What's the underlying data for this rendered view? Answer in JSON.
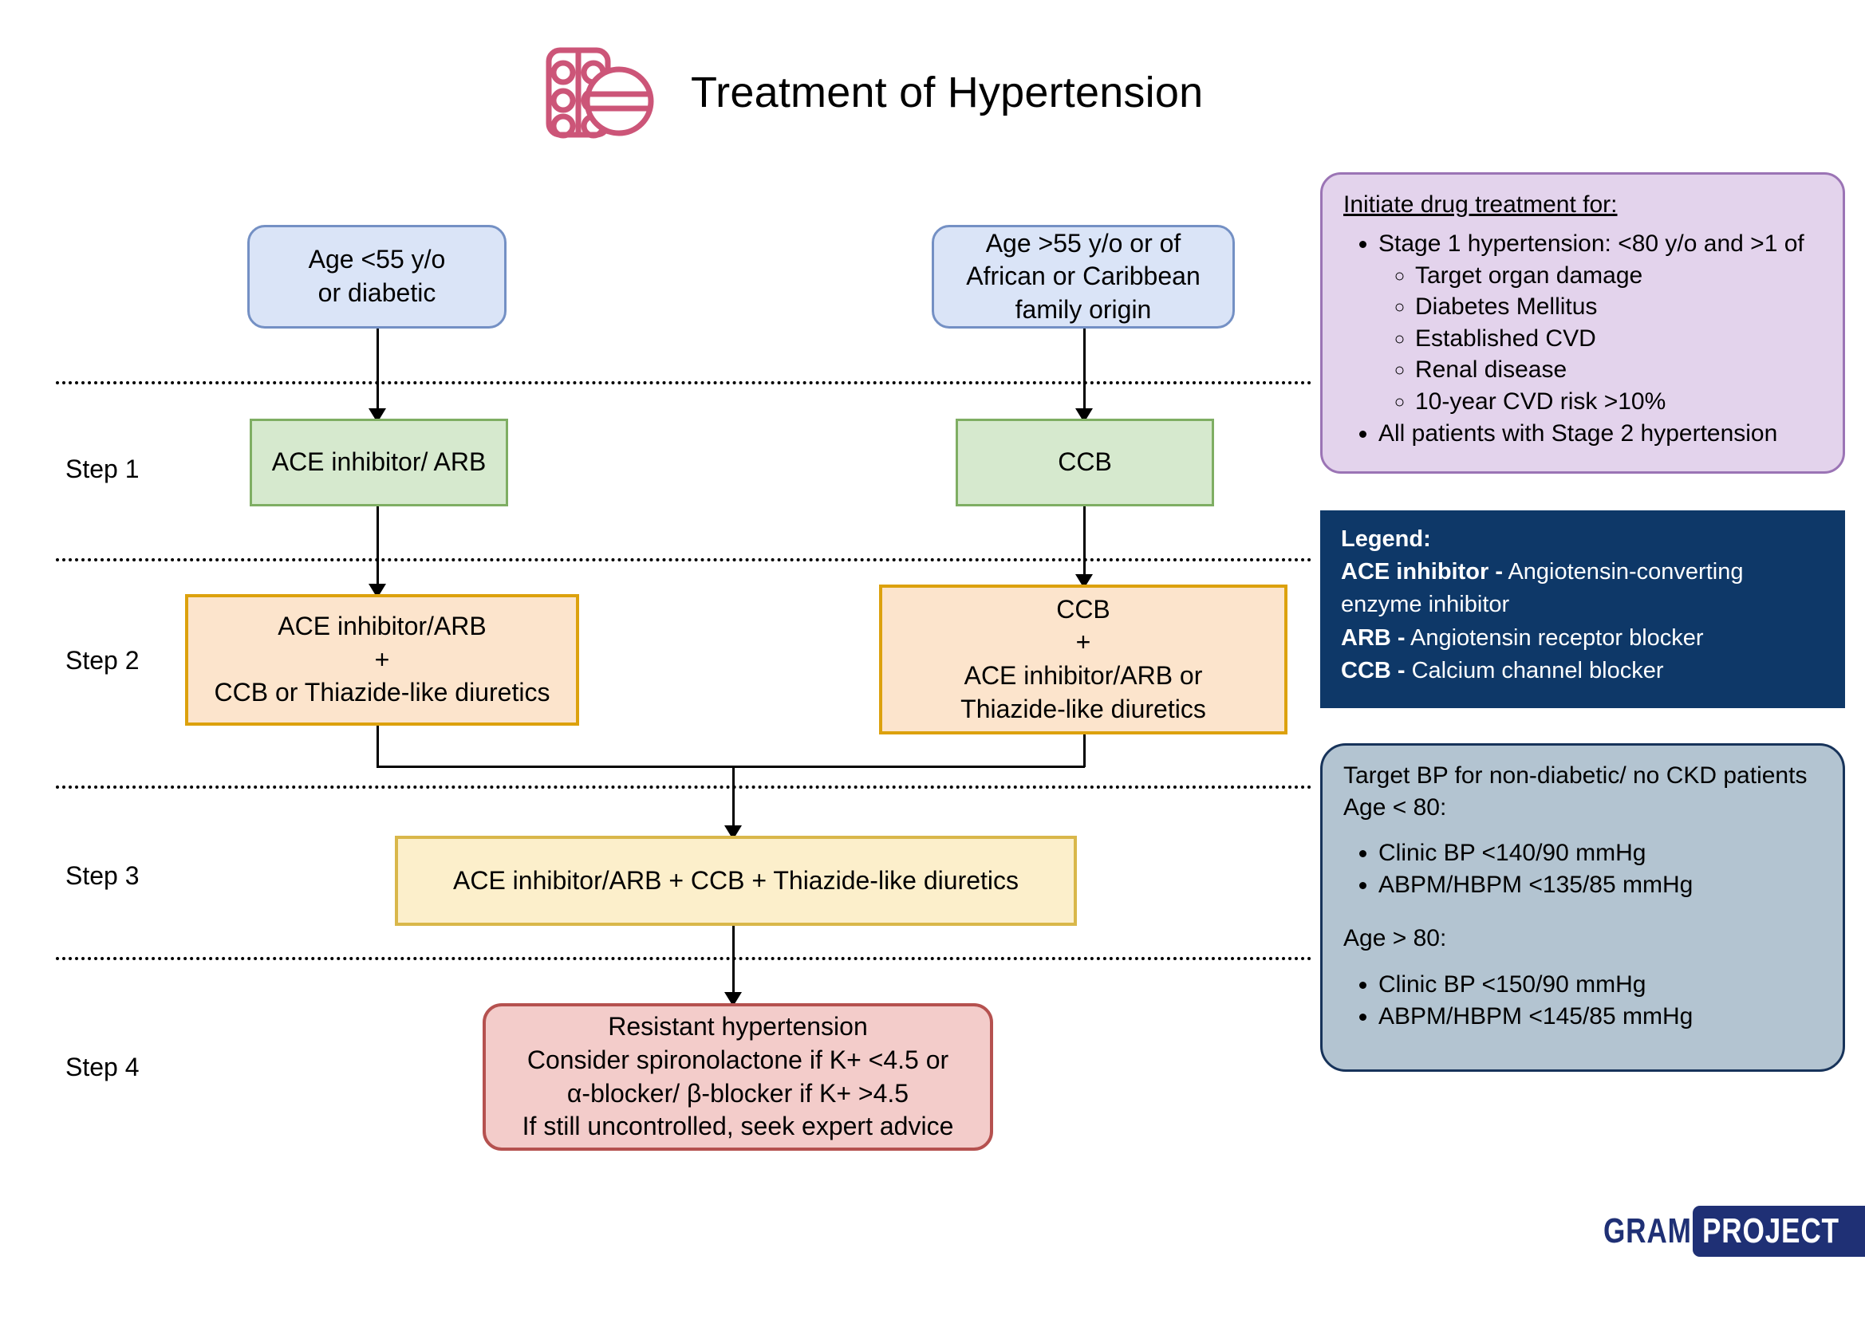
{
  "header": {
    "title": "Treatment of Hypertension",
    "logo_icon": "pill-blister-capsule-icon"
  },
  "flow": {
    "steps": [
      {
        "label": "Step 1"
      },
      {
        "label": "Step 2"
      },
      {
        "label": "Step 3"
      },
      {
        "label": "Step 4"
      }
    ],
    "nodes": {
      "entry_left": {
        "lines": [
          "Age <55 y/o",
          "or diabetic"
        ],
        "color": "#dae4f7",
        "border": "#7490c4"
      },
      "entry_right": {
        "lines": [
          "Age >55 y/o or of",
          "African or Caribbean",
          "family origin"
        ],
        "color": "#dae4f7",
        "border": "#7490c4"
      },
      "step1_left": {
        "lines": [
          "ACE inhibitor/ ARB"
        ],
        "color": "#d6e9ce",
        "border": "#7fae63"
      },
      "step1_right": {
        "lines": [
          "CCB"
        ],
        "color": "#d6e9ce",
        "border": "#7fae63"
      },
      "step2_left": {
        "lines": [
          "ACE inhibitor/ARB",
          "+",
          "CCB or Thiazide-like diuretics"
        ],
        "color": "#fce4cc",
        "border": "#dca10d"
      },
      "step2_right": {
        "lines": [
          "CCB",
          "+",
          "ACE inhibitor/ARB or",
          "Thiazide-like diuretics"
        ],
        "color": "#fce4cc",
        "border": "#dca10d"
      },
      "step3": {
        "lines": [
          "ACE inhibitor/ARB + CCB + Thiazide-like diuretics"
        ],
        "color": "#fcefcb",
        "border": "#d9b74a"
      },
      "step4": {
        "lines": [
          "Resistant hypertension",
          "Consider spironolactone if K+ <4.5 or",
          "α-blocker/ β-blocker if K+ >4.5",
          "If still uncontrolled, seek expert advice"
        ],
        "color": "#f3ccca",
        "border": "#b5514f"
      }
    }
  },
  "panels": {
    "initiate": {
      "heading": "Initiate drug treatment for:",
      "bullets": [
        {
          "text": "Stage 1 hypertension: <80 y/o and >1 of",
          "sub": [
            "Target organ damage",
            "Diabetes Mellitus",
            "Established CVD",
            "Renal disease",
            "10-year CVD risk >10%"
          ]
        },
        {
          "text": "All patients with Stage 2 hypertension",
          "sub": []
        }
      ],
      "bg_color": "#e3d3ec",
      "border_color": "#9b74b5"
    },
    "legend": {
      "heading": "Legend:",
      "entries": [
        {
          "term": "ACE inhibitor -",
          "definition": "Angiotensin-converting enzyme inhibitor"
        },
        {
          "term": "ARB -",
          "definition": "Angiotensin receptor blocker"
        },
        {
          "term": "CCB -",
          "definition": "Calcium channel blocker"
        }
      ],
      "bg_color": "#0e3868",
      "text_color": "#ffffff"
    },
    "target_bp": {
      "heading_line1": "Target BP for non-diabetic/ no CKD patients",
      "heading_line2": "Age < 80:",
      "under80_bullets": [
        "Clinic BP <140/90 mmHg",
        "ABPM/HBPM <135/85 mmHg"
      ],
      "heading_line3": "Age > 80:",
      "over80_bullets": [
        "Clinic BP <150/90 mmHg",
        "ABPM/HBPM <145/85 mmHg"
      ],
      "bg_color": "#b3c4d1",
      "border_color": "#17335a"
    }
  },
  "brand": {
    "word1": "GRAM",
    "word2": "PROJECT",
    "color": "#1f3075"
  }
}
